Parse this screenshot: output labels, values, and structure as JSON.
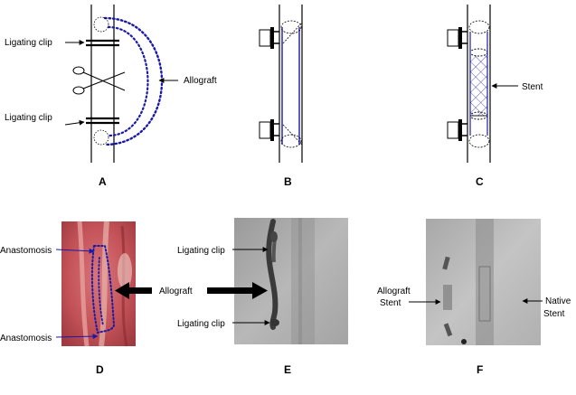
{
  "panels": {
    "A": {
      "letter": "A",
      "ligating_clip_top": "Ligating clip",
      "ligating_clip_bottom": "Ligating clip",
      "allograft": "Allograft",
      "allograft_color": "#1a1aa6"
    },
    "B": {
      "letter": "B",
      "graft_color": "#1a1aa6"
    },
    "C": {
      "letter": "C",
      "stent": "Stent",
      "stent_color": "#1a1aa6"
    },
    "D": {
      "letter": "D",
      "anastomosis_top": "Anastomosis",
      "anastomosis_bottom": "Anastomosis",
      "allograft": "Allograft",
      "tissue_color": "#c8585c",
      "graft_color": "#1a1aa6"
    },
    "E": {
      "letter": "E",
      "ligating_clip_top": "Ligating clip",
      "ligating_clip_bottom": "Ligating clip"
    },
    "F": {
      "letter": "F",
      "allograft_stent_line1": "Allograft",
      "allograft_stent_line2": "Stent",
      "native_stent_line1": "Native",
      "native_stent_line2": "Stent"
    }
  }
}
